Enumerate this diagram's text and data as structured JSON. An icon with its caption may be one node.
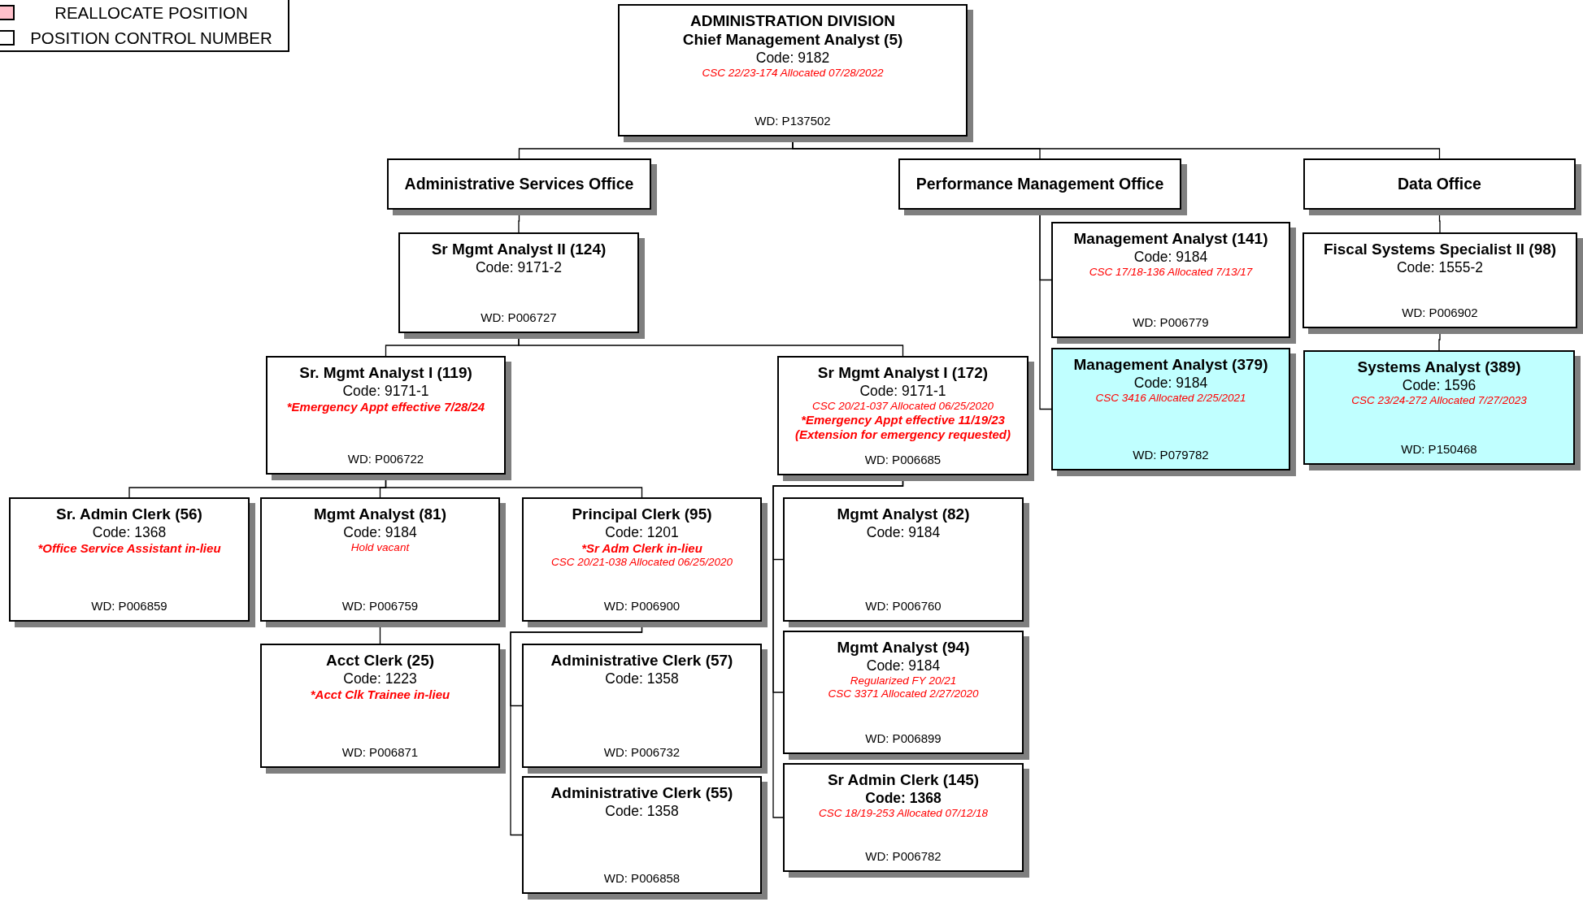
{
  "diagram": {
    "nodes": [
      {
        "text": [
          "ADMINISTRATION DIVISION",
          "Chief Management Analyst (5)",
          "Code: 9182",
          "CSC 22/23-174 Allocated 07/28/2022",
          "WD: P137502"
        ]
      },
      {
        "text": [
          "Administrative Services Office"
        ]
      },
      {
        "text": [
          "Performance Management Office"
        ]
      },
      {
        "text": [
          "Data Office"
        ]
      },
      {
        "text": [
          "Sr Mgmt Analyst II (124)",
          "Code: 9171-2",
          "WD: P006727"
        ]
      },
      {
        "text": [
          "Management Analyst (141)",
          "Code: 9184",
          "CSC 17/18-136 Allocated 7/13/17",
          "WD: P006779"
        ]
      },
      {
        "text": [
          "Fiscal Systems Specialist II (98)",
          "Code: 1555-2",
          "WD: P006902"
        ]
      },
      {
        "text": [
          "Sr. Mgmt Analyst I (119)",
          "Code: 9171-1",
          "*Emergency Appt effective 7/28/24",
          "WD: P006722"
        ]
      },
      {
        "text": [
          "Sr Mgmt Analyst I (172)",
          "Code: 9171-1",
          "CSC 20/21-037 Allocated 06/25/2020",
          "*Emergency Appt effective 11/19/23 (Extension for emergency requested)",
          "WD: P006685"
        ]
      },
      {
        "text": [
          "Management Analyst (379)",
          "Code: 9184",
          "CSC 3416 Allocated 2/25/2021",
          "WD: P079782"
        ]
      },
      {
        "text": [
          "Systems Analyst (389)",
          "Code: 1596",
          "CSC 23/24-272 Allocated 7/27/2023",
          "WD: P150468"
        ]
      },
      {
        "text": [
          "Sr. Admin Clerk (56)",
          "Code: 1368",
          "*Office Service Assistant in-lieu",
          "WD: P006859"
        ]
      },
      {
        "text": [
          "Mgmt Analyst (81)",
          "Code: 9184",
          "Hold vacant",
          "WD: P006759"
        ]
      },
      {
        "text": [
          "Principal Clerk (95)",
          "Code: 1201",
          "*Sr Adm Clerk in-lieu",
          "CSC 20/21-038 Allocated 06/25/2020",
          "WD: P006900"
        ]
      },
      {
        "text": [
          "Mgmt Analyst (82)",
          "Code: 9184",
          "WD: P006760"
        ]
      },
      {
        "text": [
          "Acct Clerk (25)",
          "Code: 1223",
          "*Acct Clk Trainee in-lieu",
          "WD: P006871"
        ]
      },
      {
        "text": [
          "Administrative Clerk (57)",
          "Code: 1358",
          "WD: P006732"
        ]
      },
      {
        "text": [
          "Mgmt Analyst (94)",
          "Code: 9184",
          "Regularized FY 20/21",
          "CSC 3371 Allocated 2/27/2020",
          "WD: P006899"
        ]
      },
      {
        "text": [
          "Administrative Clerk (55)",
          "Code: 1358",
          "WD: P006858"
        ]
      },
      {
        "text": [
          "Sr Admin Clerk (145)",
          "Code: 1368",
          "CSC 18/19-253 Allocated 07/12/18",
          "WD: P006782"
        ]
      }
    ],
    "edges": [
      {
        "from": 0,
        "to": 1,
        "arrow": "none"
      },
      {
        "from": 0,
        "to": 2,
        "arrow": "none"
      },
      {
        "from": 0,
        "to": 3,
        "arrow": "none"
      },
      {
        "from": 1,
        "to": 4,
        "arrow": "none"
      },
      {
        "from": 2,
        "to": 5,
        "arrow": "none"
      },
      {
        "from": 2,
        "to": 9,
        "arrow": "none"
      },
      {
        "from": 3,
        "to": 6,
        "arrow": "none"
      },
      {
        "from": 6,
        "to": 10,
        "arrow": "none"
      },
      {
        "from": 4,
        "to": 7,
        "arrow": "none"
      },
      {
        "from": 4,
        "to": 8,
        "arrow": "none"
      },
      {
        "from": 7,
        "to": 11,
        "arrow": "none"
      },
      {
        "from": 7,
        "to": 12,
        "arrow": "none"
      },
      {
        "from": 7,
        "to": 13,
        "arrow": "none"
      },
      {
        "from": 12,
        "to": 15,
        "arrow": "none"
      },
      {
        "from": 13,
        "to": 16,
        "arrow": "none"
      },
      {
        "from": 13,
        "to": 18,
        "arrow": "none"
      },
      {
        "from": 8,
        "to": 14,
        "arrow": "none"
      },
      {
        "from": 8,
        "to": 17,
        "arrow": "none"
      },
      {
        "from": 8,
        "to": 19,
        "arrow": "none"
      }
    ],
    "legend": [
      {
        "text": "REALLOCATE POSITION",
        "color": "#ffc0cb"
      },
      {
        "text": "POSITION CONTROL NUMBER",
        "color": "#ffffff"
      }
    ]
  }
}
